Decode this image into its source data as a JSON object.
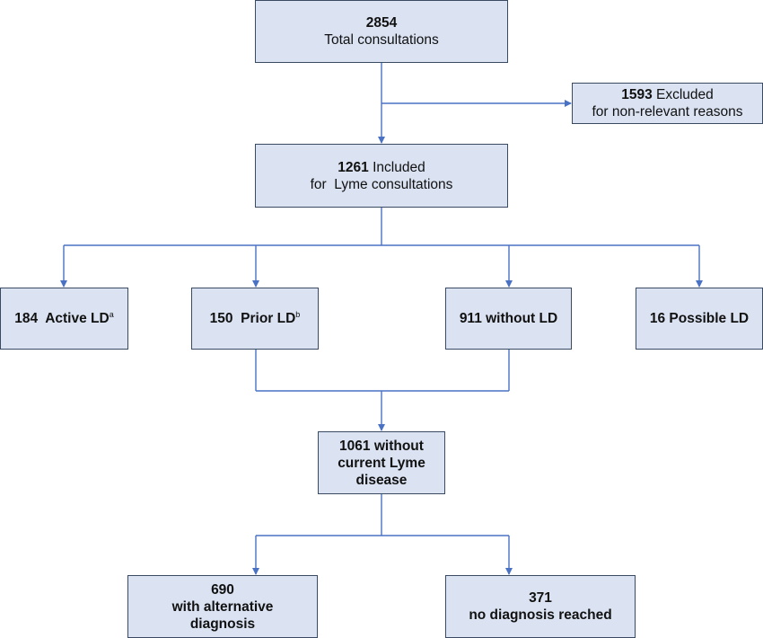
{
  "total": {
    "count": "2854",
    "label": "Total consultations"
  },
  "excluded": {
    "count": "1593",
    "label": "Excluded",
    "label2": "for non-relevant reasons"
  },
  "included": {
    "count": "1261",
    "label": "Included",
    "label2": "for  Lyme consultations"
  },
  "groups": [
    {
      "text": "184  Active LD",
      "sup": "a"
    },
    {
      "text": "150  Prior LD",
      "sup": "b"
    },
    {
      "text": "911 without LD",
      "sup": ""
    },
    {
      "text": "16 Possible LD",
      "sup": ""
    }
  ],
  "without_current": {
    "line1": "1061 without",
    "line2": "current Lyme",
    "line3": "disease"
  },
  "alternative": {
    "line1": "690",
    "line2": "with alternative",
    "line3": "diagnosis"
  },
  "no_diagnosis": {
    "line1": "371",
    "line2": "no diagnosis reached"
  },
  "colors": {
    "box_fill": "#dbe3f3",
    "box_border": "#3a4a63",
    "arrow": "#4a72c4"
  }
}
